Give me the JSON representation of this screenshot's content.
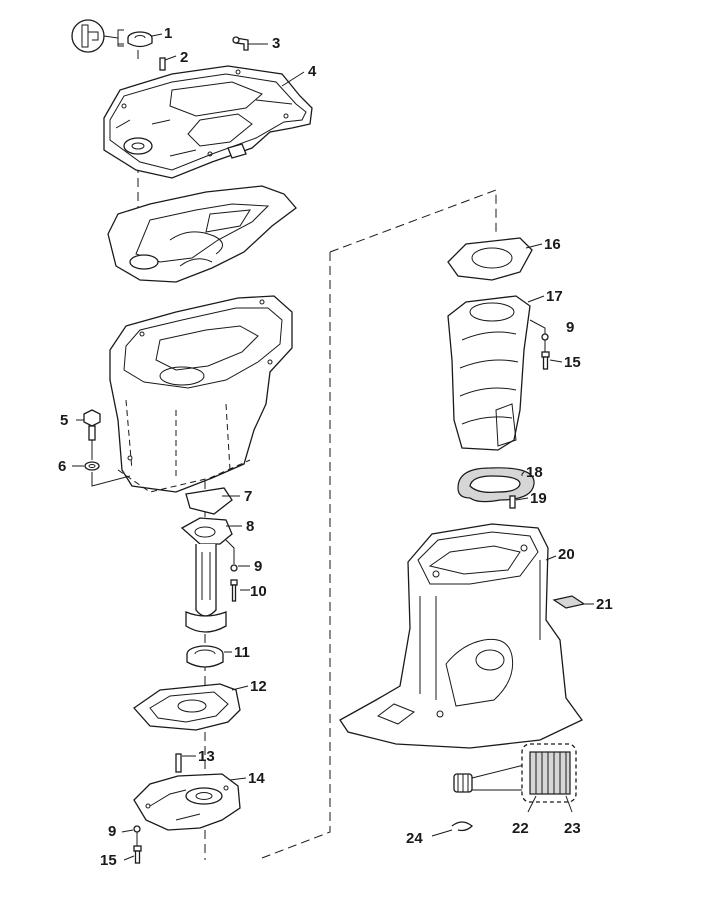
{
  "callouts": [
    {
      "id": "1",
      "label": "1"
    },
    {
      "id": "2",
      "label": "2"
    },
    {
      "id": "3",
      "label": "3"
    },
    {
      "id": "4",
      "label": "4"
    },
    {
      "id": "5",
      "label": "5"
    },
    {
      "id": "6",
      "label": "6"
    },
    {
      "id": "7",
      "label": "7"
    },
    {
      "id": "8",
      "label": "8"
    },
    {
      "id": "9a",
      "label": "9"
    },
    {
      "id": "9b",
      "label": "9"
    },
    {
      "id": "9c",
      "label": "9"
    },
    {
      "id": "10",
      "label": "10"
    },
    {
      "id": "11",
      "label": "11"
    },
    {
      "id": "12",
      "label": "12"
    },
    {
      "id": "13",
      "label": "13"
    },
    {
      "id": "14",
      "label": "14"
    },
    {
      "id": "15a",
      "label": "15"
    },
    {
      "id": "15b",
      "label": "15"
    },
    {
      "id": "16",
      "label": "16"
    },
    {
      "id": "17",
      "label": "17"
    },
    {
      "id": "18",
      "label": "18"
    },
    {
      "id": "19",
      "label": "19"
    },
    {
      "id": "20",
      "label": "20"
    },
    {
      "id": "21",
      "label": "21"
    },
    {
      "id": "22",
      "label": "22"
    },
    {
      "id": "23",
      "label": "23"
    },
    {
      "id": "24",
      "label": "24"
    }
  ]
}
